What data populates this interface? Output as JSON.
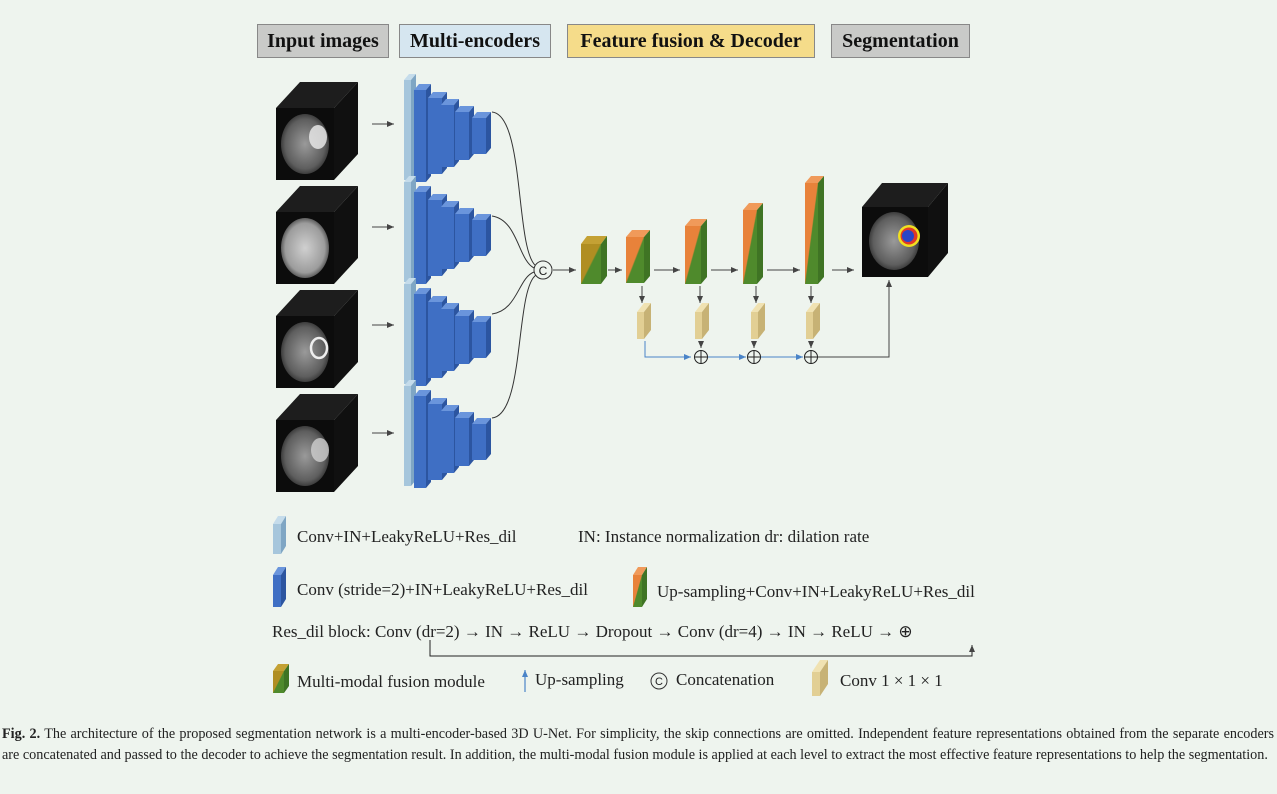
{
  "headers": {
    "input": "Input images",
    "encoders": "Multi-encoders",
    "fusion": "Feature fusion & Decoder",
    "segmentation": "Segmentation"
  },
  "header_colors": {
    "input": "#c9cac8",
    "encoders": "#d6e6f0",
    "fusion": "#f5dc8a",
    "segmentation": "#c9cac8"
  },
  "symbols": {
    "concat": "C",
    "add": "⊕"
  },
  "legend": {
    "conv_in": "Conv+IN+LeakyReLU+Res_dil",
    "in_def": "IN: Instance normalization  dr: dilation rate",
    "conv_stride": "Conv (stride=2)+IN+LeakyReLU+Res_dil",
    "upsampling_block": "Up-sampling+Conv+IN+LeakyReLU+Res_dil",
    "res_dil": "Res_dil block: Conv (dr=2) → IN → ReLU → Dropout → Conv (dr=4) → IN → ReLU → ⊕",
    "fusion_module": "Multi-modal fusion module",
    "upsampling": "Up-sampling",
    "concatenation": "Concatenation",
    "conv111": "Conv 1 × 1 × 1"
  },
  "caption": {
    "label": "Fig. 2.",
    "text": "The architecture of the proposed segmentation network is a multi-encoder-based 3D U-Net. For simplicity, the skip connections are omitted. Independent feature representations obtained from the separate encoders are concatenated and passed to the decoder to achieve the segmentation result. In addition, the multi-modal fusion module is applied at each level to extract the most effective feature representations to help the segmentation."
  },
  "colors": {
    "light_block": "#a6c6dc",
    "encoder_block": "#3f6fc4",
    "orange": "#e8823a",
    "green": "#4f8a2c",
    "olive": "#b08e22",
    "conv111": "#e2cf94",
    "blue_line": "#4a84c8"
  }
}
